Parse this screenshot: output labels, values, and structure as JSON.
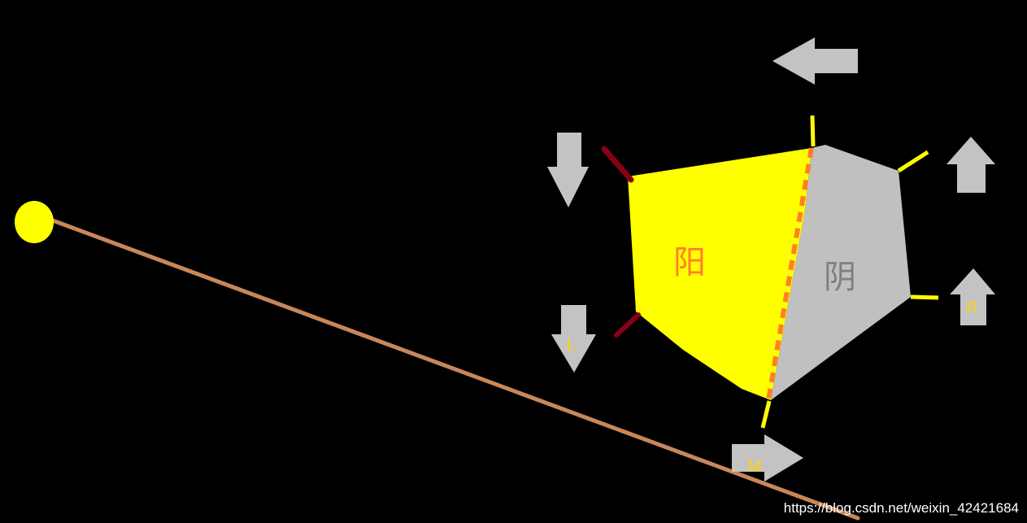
{
  "colors": {
    "background": "#000000",
    "sun": "#ffff00",
    "ground_line": "#c8875a",
    "lit_face": "#ffff00",
    "shadow_face": "#c0c0c0",
    "terminator": "#ff7f27",
    "yellow_edge": "#ffff00",
    "dark_edge": "#880015",
    "arrow": "#c3c3c3",
    "lit_label": "#ff7f27",
    "shadow_label": "#7f7f7f",
    "arrow_label": "#ffd400",
    "watermark": "#ffffff"
  },
  "labels": {
    "lit_face": "阳",
    "shadow_face": "阴",
    "arrow_l": "L",
    "arrow_r": "R",
    "arrow_m": "M"
  },
  "icons": {
    "sun": "sun-circle",
    "arrows": [
      "arrow-left",
      "arrow-up",
      "arrow-up",
      "arrow-down",
      "arrow-down",
      "arrow-right"
    ]
  },
  "watermark": "https://blog.csdn.net/weixin_42421684"
}
